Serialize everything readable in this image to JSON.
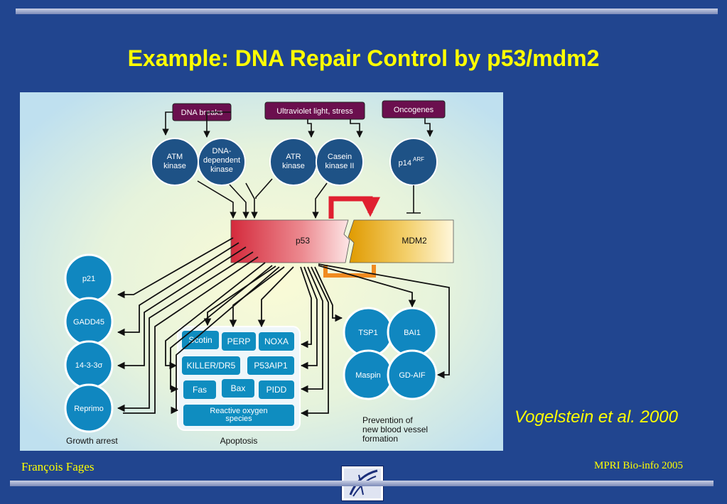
{
  "title": "Example: DNA Repair Control by p53/mdm2",
  "citation": "Vogelstein et al. 2000",
  "footer": {
    "author": "François Fages",
    "event": "MPRI Bio-info  2005"
  },
  "diagram": {
    "triggers": {
      "dna_breaks": "DNA breaks",
      "uv": "Ultraviolet light, stress",
      "oncogenes": "Oncogenes"
    },
    "kinases": {
      "atm": [
        "ATM",
        "kinase"
      ],
      "dna_pk": [
        "DNA-",
        "dependent",
        "kinase"
      ],
      "atr": [
        "ATR",
        "kinase"
      ],
      "ck2": [
        "Casein",
        "kinase II"
      ],
      "p14": "p14",
      "p14_sup": "ARF"
    },
    "proteins": {
      "p53": "p53",
      "mdm2": "MDM2"
    },
    "growth_arrest": {
      "items": [
        "p21",
        "GADD45",
        "14-3-3σ",
        "Reprimo"
      ],
      "label": "Growth arrest"
    },
    "apoptosis": {
      "items": [
        "Scotin",
        "PERP",
        "NOXA",
        "KILLER/DR5",
        "P53AIP1",
        "Fas",
        "Bax",
        "PIDD"
      ],
      "ros": [
        "Reactive oxygen",
        "species"
      ],
      "label": "Apoptosis"
    },
    "angiogenesis": {
      "items": [
        "TSP1",
        "BAI1",
        "Maspin",
        "GD-AIF"
      ],
      "label": [
        "Prevention of",
        "new blood vessel",
        "formation"
      ]
    }
  },
  "colors": {
    "background": "#21458f",
    "title": "#ffff00",
    "node": "#1e5286",
    "gene_box": "#0f8dc0",
    "trigger": "#6b0f4e",
    "p53": "#d83243",
    "mdm2": "#e6a300"
  }
}
